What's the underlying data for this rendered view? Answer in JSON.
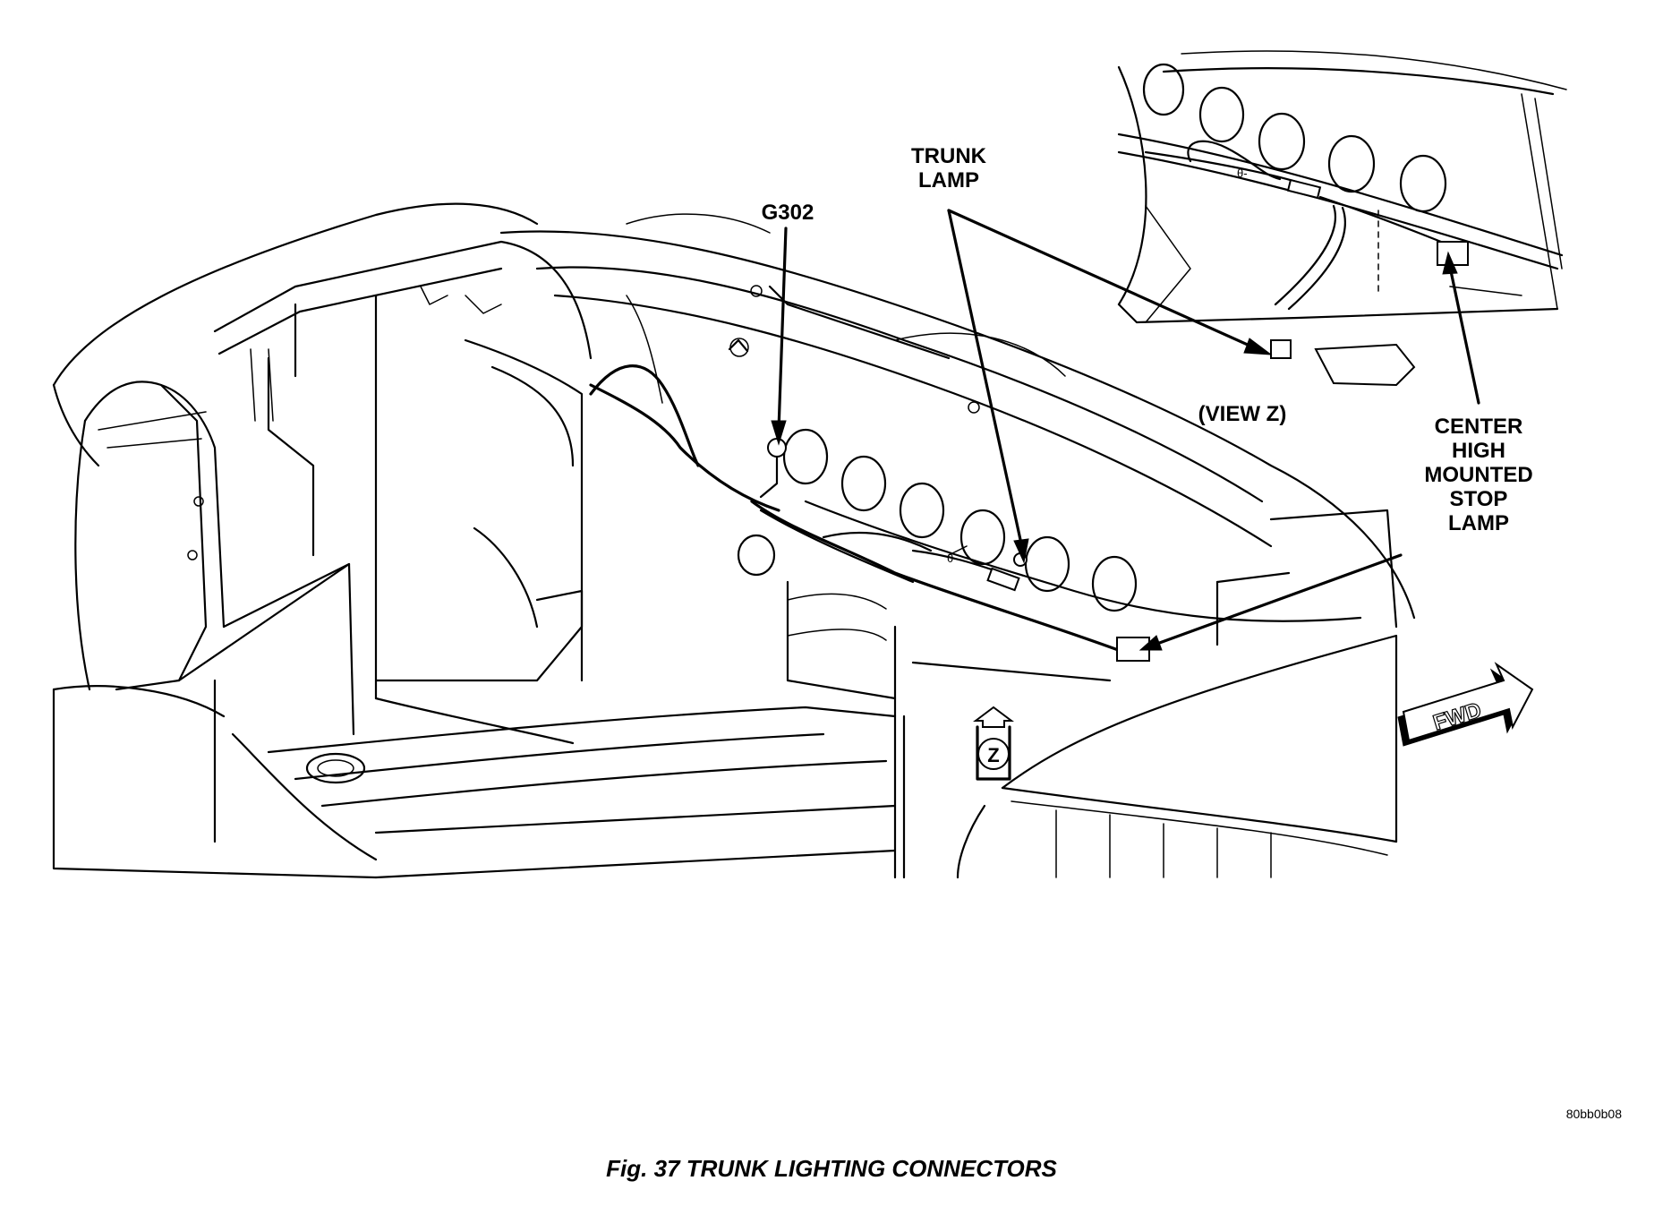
{
  "labels": {
    "trunk_lamp": [
      "TRUNK",
      "LAMP"
    ],
    "g302": "G302",
    "view_z": "(VIEW Z)",
    "chmsl": [
      "CENTER",
      "HIGH",
      "MOUNTED",
      "STOP",
      "LAMP"
    ],
    "fwd": "FWD",
    "view_marker": "Z"
  },
  "figure": {
    "caption": "Fig. 37 TRUNK LIGHTING CONNECTORS",
    "code": "80bb0b08"
  }
}
